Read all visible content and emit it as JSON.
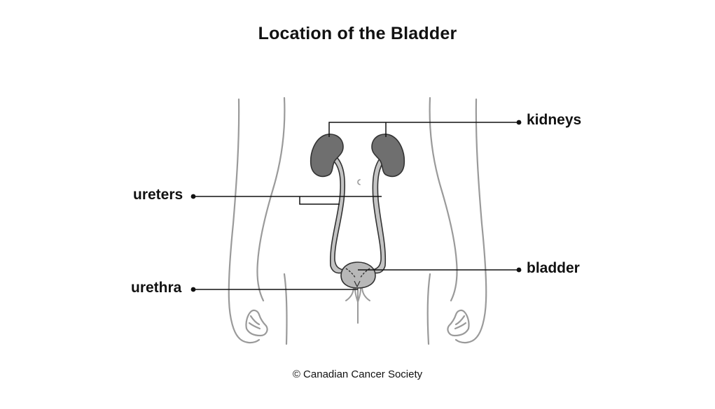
{
  "title": "Location of the Bladder",
  "labels": {
    "kidneys": "kidneys",
    "ureters": "ureters",
    "bladder": "bladder",
    "urethra": "urethra"
  },
  "credit": "© Canadian Cancer Society",
  "colors": {
    "body_outline": "#9a9a9a",
    "organ_fill": "#6f6f6f",
    "bladder_fill": "#b8b8b8",
    "leader_line": "#111111"
  }
}
